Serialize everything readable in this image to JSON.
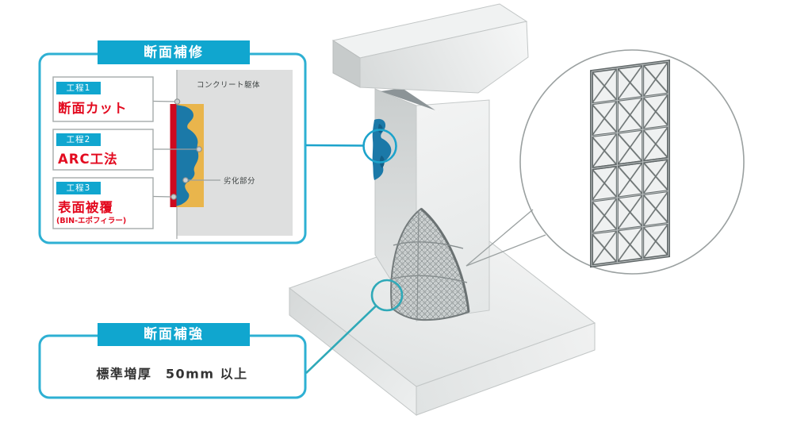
{
  "palette": {
    "accent_cyan": "#10a6cf",
    "panel_border_cyan": "#2eb0d3",
    "accent_teal": "#2fa9b8",
    "step_text_red": "#e30b20",
    "coating_red": "#ce0a1e",
    "mortar_yellow": "#e9b54c",
    "arc_blue": "#1b79a8",
    "concrete_gray": "#dedfdf"
  },
  "repair_panel": {
    "title": "断面補修",
    "steps": [
      {
        "badge": "工程1",
        "label": "断面カット"
      },
      {
        "badge": "工程2",
        "label": "ARC工法"
      },
      {
        "badge": "工程3",
        "label": "表面被覆",
        "sublabel": "(BIN-エポフィラー)"
      }
    ],
    "labels": {
      "concrete": "コンクリート躯体",
      "deteriorated": "劣化部分"
    }
  },
  "reinforce_panel": {
    "title": "断面補強",
    "spec": "標準増厚　50mm 以上"
  }
}
